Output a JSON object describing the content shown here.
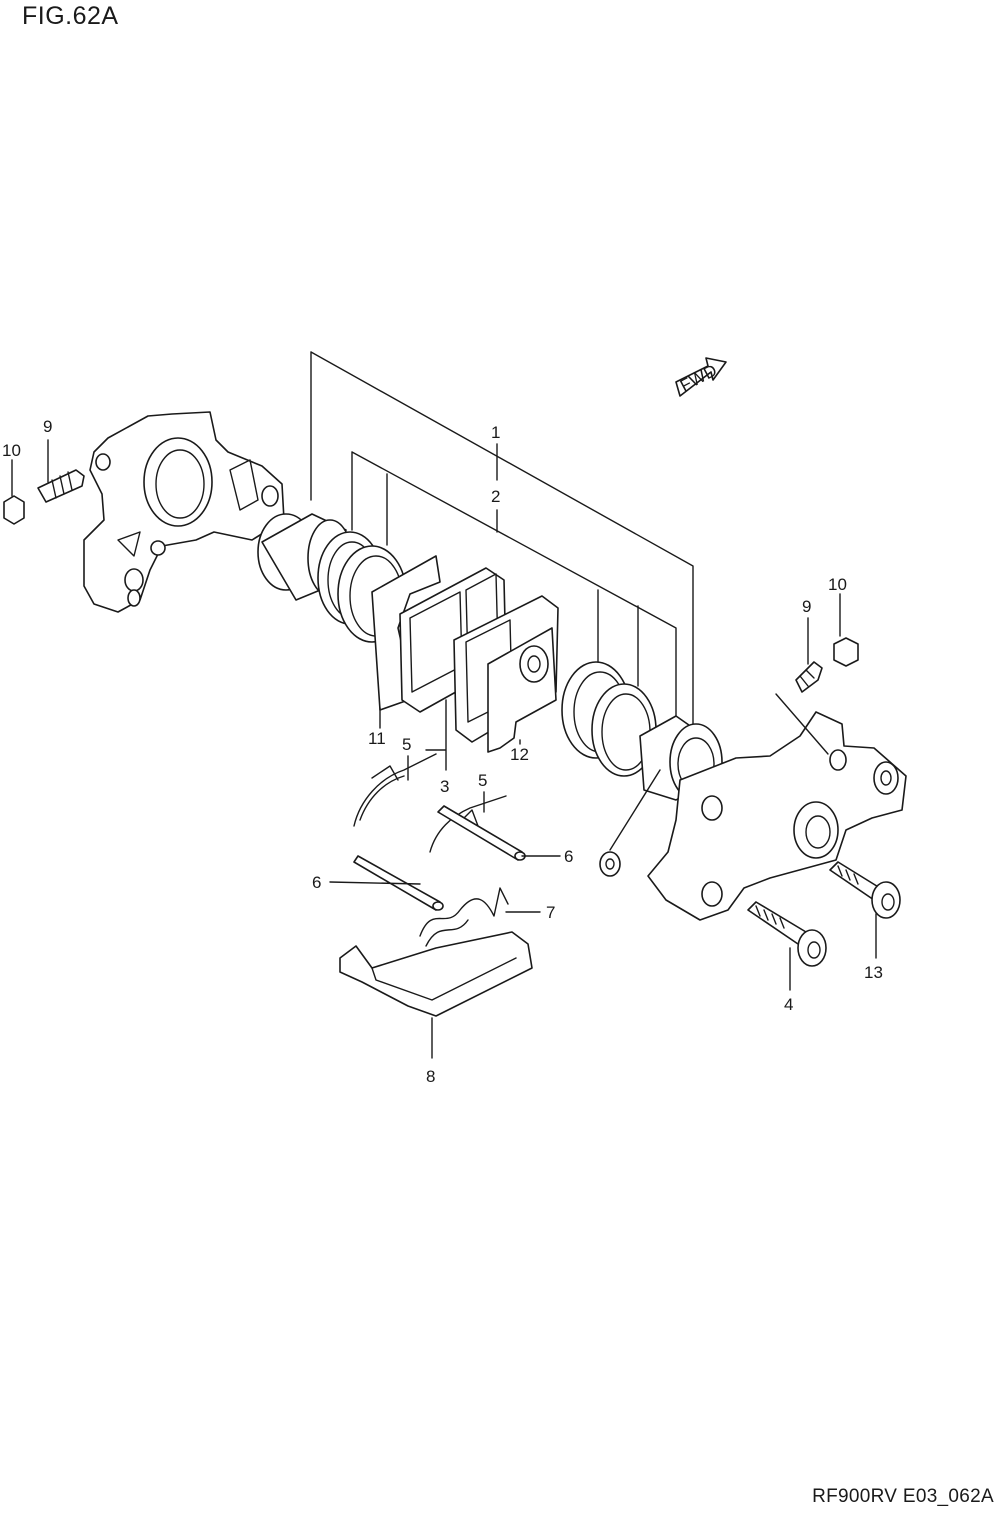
{
  "figure_title": "FIG.62A",
  "footer_code": "RF900RV E03_062A",
  "fwd_label": "FWD",
  "callouts": {
    "c1": "1",
    "c2": "2",
    "c3": "3",
    "c4": "4",
    "c5a": "5",
    "c5b": "5",
    "c6a": "6",
    "c6b": "6",
    "c7": "7",
    "c8": "8",
    "c9a": "9",
    "c9b": "9",
    "c10a": "10",
    "c10b": "10",
    "c11": "11",
    "c12": "12",
    "c13": "13"
  }
}
